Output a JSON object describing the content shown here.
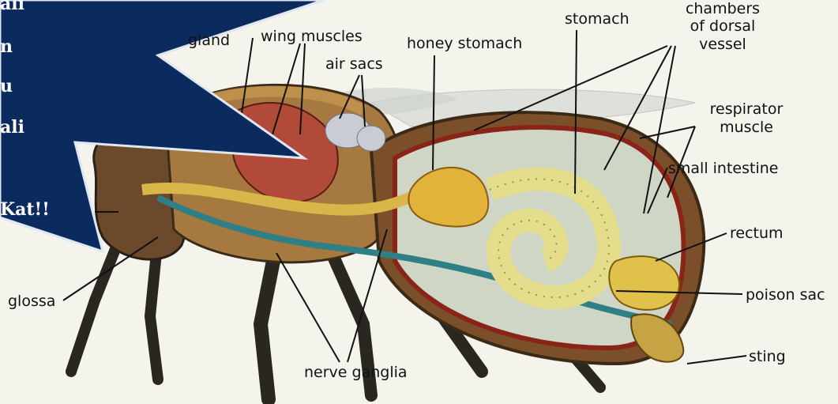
{
  "labels": {
    "gland": "gland",
    "wing_muscles": "wing muscles",
    "air_sacs": "air sacs",
    "honey_stomach": "honey stomach",
    "stomach": "stomach",
    "chambers_l1": "chambers",
    "chambers_l2": "of dorsal",
    "chambers_l3": "vessel",
    "respirator_l1": "respirator",
    "respirator_l2": "muscle",
    "small_intestine": "small intestine",
    "rectum": "rectum",
    "poison_sac": "poison sac",
    "sting": "sting",
    "nerve_ganglia": "nerve ganglia",
    "glossa": "glossa"
  },
  "callout": {
    "line1": "ali",
    "line2": "n",
    "line3": "u",
    "line4": "ali",
    "line5": "Kat!!"
  },
  "colors": {
    "callout_fill": "#0b2a5e",
    "callout_stroke": "#dfe7f3",
    "background": "#f4f3ec"
  }
}
